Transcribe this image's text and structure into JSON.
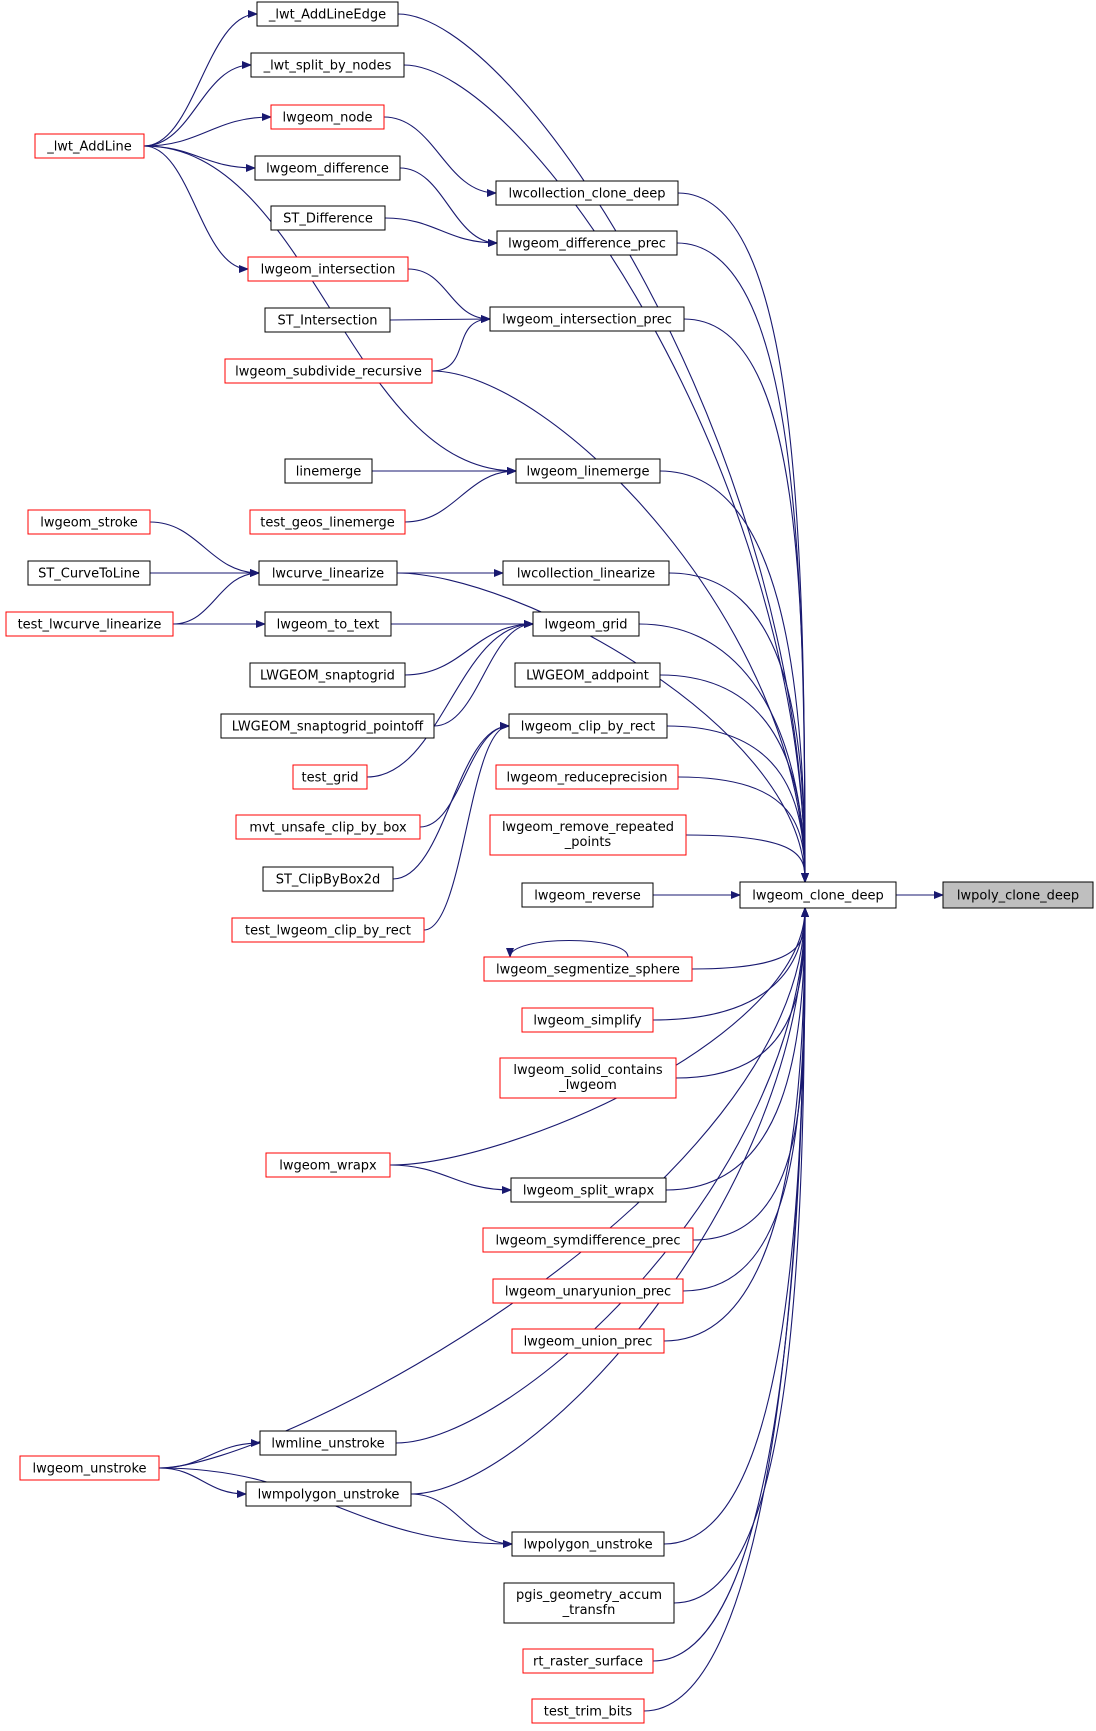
{
  "graph": {
    "edge_color": "#191970",
    "truncated_border_color": "#ff0000",
    "normal_border_color": "#000000",
    "root_fill_color": "#bfbfbf",
    "nodes": [
      {
        "id": "lwpoly_clone_deep",
        "lines": [
          "lwpoly_clone_deep"
        ],
        "root": true
      },
      {
        "id": "lwgeom_clone_deep",
        "lines": [
          "lwgeom_clone_deep"
        ]
      },
      {
        "id": "_lwt_AddLineEdge",
        "lines": [
          "_lwt_AddLineEdge"
        ]
      },
      {
        "id": "_lwt_split_by_nodes",
        "lines": [
          "_lwt_split_by_nodes"
        ]
      },
      {
        "id": "_lwt_AddLine",
        "lines": [
          "_lwt_AddLine"
        ],
        "truncated": true
      },
      {
        "id": "lwgeom_node",
        "lines": [
          "lwgeom_node"
        ],
        "truncated": true
      },
      {
        "id": "lwgeom_difference",
        "lines": [
          "lwgeom_difference"
        ]
      },
      {
        "id": "lwcollection_clone_deep",
        "lines": [
          "lwcollection_clone_deep"
        ]
      },
      {
        "id": "ST_Difference",
        "lines": [
          "ST_Difference"
        ]
      },
      {
        "id": "lwgeom_difference_prec",
        "lines": [
          "lwgeom_difference_prec"
        ]
      },
      {
        "id": "lwgeom_intersection",
        "lines": [
          "lwgeom_intersection"
        ],
        "truncated": true
      },
      {
        "id": "ST_Intersection",
        "lines": [
          "ST_Intersection"
        ]
      },
      {
        "id": "lwgeom_intersection_prec",
        "lines": [
          "lwgeom_intersection_prec"
        ]
      },
      {
        "id": "lwgeom_subdivide_recursive",
        "lines": [
          "lwgeom_subdivide_recursive"
        ],
        "truncated": true
      },
      {
        "id": "linemerge",
        "lines": [
          "linemerge"
        ]
      },
      {
        "id": "lwgeom_linemerge",
        "lines": [
          "lwgeom_linemerge"
        ]
      },
      {
        "id": "test_geos_linemerge",
        "lines": [
          "test_geos_linemerge"
        ],
        "truncated": true
      },
      {
        "id": "lwgeom_stroke",
        "lines": [
          "lwgeom_stroke"
        ],
        "truncated": true
      },
      {
        "id": "ST_CurveToLine",
        "lines": [
          "ST_CurveToLine"
        ]
      },
      {
        "id": "lwcurve_linearize",
        "lines": [
          "lwcurve_linearize"
        ]
      },
      {
        "id": "lwcollection_linearize",
        "lines": [
          "lwcollection_linearize"
        ]
      },
      {
        "id": "test_lwcurve_linearize",
        "lines": [
          "test_lwcurve_linearize"
        ],
        "truncated": true
      },
      {
        "id": "lwgeom_to_text",
        "lines": [
          "lwgeom_to_text"
        ]
      },
      {
        "id": "lwgeom_grid",
        "lines": [
          "lwgeom_grid"
        ]
      },
      {
        "id": "LWGEOM_snaptogrid",
        "lines": [
          "LWGEOM_snaptogrid"
        ]
      },
      {
        "id": "LWGEOM_addpoint",
        "lines": [
          "LWGEOM_addpoint"
        ]
      },
      {
        "id": "LWGEOM_snaptogrid_pointoff",
        "lines": [
          "LWGEOM_snaptogrid_pointoff"
        ]
      },
      {
        "id": "lwgeom_clip_by_rect",
        "lines": [
          "lwgeom_clip_by_rect"
        ]
      },
      {
        "id": "test_grid",
        "lines": [
          "test_grid"
        ],
        "truncated": true
      },
      {
        "id": "lwgeom_reduceprecision",
        "lines": [
          "lwgeom_reduceprecision"
        ],
        "truncated": true
      },
      {
        "id": "mvt_unsafe_clip_by_box",
        "lines": [
          "mvt_unsafe_clip_by_box"
        ],
        "truncated": true
      },
      {
        "id": "lwgeom_remove_repeated_points",
        "lines": [
          "lwgeom_remove_repeated",
          "_points"
        ],
        "truncated": true
      },
      {
        "id": "ST_ClipByBox2d",
        "lines": [
          "ST_ClipByBox2d"
        ]
      },
      {
        "id": "lwgeom_reverse",
        "lines": [
          "lwgeom_reverse"
        ]
      },
      {
        "id": "test_lwgeom_clip_by_rect",
        "lines": [
          "test_lwgeom_clip_by_rect"
        ],
        "truncated": true
      },
      {
        "id": "lwgeom_segmentize_sphere",
        "lines": [
          "lwgeom_segmentize_sphere"
        ],
        "truncated": true
      },
      {
        "id": "lwgeom_simplify",
        "lines": [
          "lwgeom_simplify"
        ],
        "truncated": true
      },
      {
        "id": "lwgeom_solid_contains_lwgeom",
        "lines": [
          "lwgeom_solid_contains",
          "_lwgeom"
        ],
        "truncated": true
      },
      {
        "id": "lwgeom_wrapx",
        "lines": [
          "lwgeom_wrapx"
        ],
        "truncated": true
      },
      {
        "id": "lwgeom_split_wrapx",
        "lines": [
          "lwgeom_split_wrapx"
        ]
      },
      {
        "id": "lwgeom_symdifference_prec",
        "lines": [
          "lwgeom_symdifference_prec"
        ],
        "truncated": true
      },
      {
        "id": "lwgeom_unaryunion_prec",
        "lines": [
          "lwgeom_unaryunion_prec"
        ],
        "truncated": true
      },
      {
        "id": "lwgeom_union_prec",
        "lines": [
          "lwgeom_union_prec"
        ],
        "truncated": true
      },
      {
        "id": "lwmline_unstroke",
        "lines": [
          "lwmline_unstroke"
        ]
      },
      {
        "id": "lwgeom_unstroke",
        "lines": [
          "lwgeom_unstroke"
        ],
        "truncated": true
      },
      {
        "id": "lwmpolygon_unstroke",
        "lines": [
          "lwmpolygon_unstroke"
        ]
      },
      {
        "id": "lwpolygon_unstroke",
        "lines": [
          "lwpolygon_unstroke"
        ]
      },
      {
        "id": "pgis_geometry_accum_transfn",
        "lines": [
          "pgis_geometry_accum",
          "_transfn"
        ]
      },
      {
        "id": "rt_raster_surface",
        "lines": [
          "rt_raster_surface"
        ],
        "truncated": true
      },
      {
        "id": "test_trim_bits",
        "lines": [
          "test_trim_bits"
        ],
        "truncated": true
      }
    ],
    "edges": [
      [
        "lwgeom_clone_deep",
        "lwpoly_clone_deep"
      ],
      [
        "_lwt_AddLineEdge",
        "lwgeom_clone_deep"
      ],
      [
        "_lwt_split_by_nodes",
        "lwgeom_clone_deep"
      ],
      [
        "lwcollection_clone_deep",
        "lwgeom_clone_deep"
      ],
      [
        "lwgeom_difference_prec",
        "lwgeom_clone_deep"
      ],
      [
        "lwgeom_intersection_prec",
        "lwgeom_clone_deep"
      ],
      [
        "lwgeom_subdivide_recursive",
        "lwgeom_clone_deep"
      ],
      [
        "lwgeom_linemerge",
        "lwgeom_clone_deep"
      ],
      [
        "lwcurve_linearize",
        "lwgeom_clone_deep"
      ],
      [
        "lwcollection_linearize",
        "lwgeom_clone_deep"
      ],
      [
        "lwgeom_grid",
        "lwgeom_clone_deep"
      ],
      [
        "LWGEOM_addpoint",
        "lwgeom_clone_deep"
      ],
      [
        "lwgeom_clip_by_rect",
        "lwgeom_clone_deep"
      ],
      [
        "lwgeom_reduceprecision",
        "lwgeom_clone_deep"
      ],
      [
        "lwgeom_remove_repeated_points",
        "lwgeom_clone_deep"
      ],
      [
        "lwgeom_reverse",
        "lwgeom_clone_deep"
      ],
      [
        "lwgeom_segmentize_sphere",
        "lwgeom_clone_deep"
      ],
      [
        "lwgeom_simplify",
        "lwgeom_clone_deep"
      ],
      [
        "lwgeom_solid_contains_lwgeom",
        "lwgeom_clone_deep"
      ],
      [
        "lwgeom_wrapx",
        "lwgeom_clone_deep"
      ],
      [
        "lwgeom_split_wrapx",
        "lwgeom_clone_deep"
      ],
      [
        "lwgeom_symdifference_prec",
        "lwgeom_clone_deep"
      ],
      [
        "lwgeom_unaryunion_prec",
        "lwgeom_clone_deep"
      ],
      [
        "lwgeom_union_prec",
        "lwgeom_clone_deep"
      ],
      [
        "lwgeom_unstroke",
        "lwgeom_clone_deep"
      ],
      [
        "lwmline_unstroke",
        "lwgeom_clone_deep"
      ],
      [
        "lwmpolygon_unstroke",
        "lwgeom_clone_deep"
      ],
      [
        "lwpolygon_unstroke",
        "lwgeom_clone_deep"
      ],
      [
        "pgis_geometry_accum_transfn",
        "lwgeom_clone_deep"
      ],
      [
        "rt_raster_surface",
        "lwgeom_clone_deep"
      ],
      [
        "test_trim_bits",
        "lwgeom_clone_deep"
      ],
      [
        "_lwt_AddLine",
        "_lwt_AddLineEdge"
      ],
      [
        "_lwt_AddLine",
        "_lwt_split_by_nodes"
      ],
      [
        "_lwt_AddLine",
        "lwgeom_node"
      ],
      [
        "_lwt_AddLine",
        "lwgeom_difference"
      ],
      [
        "_lwt_AddLine",
        "lwgeom_intersection"
      ],
      [
        "_lwt_AddLine",
        "lwgeom_linemerge"
      ],
      [
        "lwgeom_node",
        "lwcollection_clone_deep"
      ],
      [
        "lwgeom_difference",
        "lwgeom_difference_prec"
      ],
      [
        "ST_Difference",
        "lwgeom_difference_prec"
      ],
      [
        "lwgeom_intersection",
        "lwgeom_intersection_prec"
      ],
      [
        "ST_Intersection",
        "lwgeom_intersection_prec"
      ],
      [
        "lwgeom_subdivide_recursive",
        "lwgeom_intersection_prec"
      ],
      [
        "linemerge",
        "lwgeom_linemerge"
      ],
      [
        "test_geos_linemerge",
        "lwgeom_linemerge"
      ],
      [
        "lwgeom_stroke",
        "lwcurve_linearize"
      ],
      [
        "ST_CurveToLine",
        "lwcurve_linearize"
      ],
      [
        "test_lwcurve_linearize",
        "lwcurve_linearize"
      ],
      [
        "lwcurve_linearize",
        "lwcollection_linearize"
      ],
      [
        "test_lwcurve_linearize",
        "lwgeom_to_text"
      ],
      [
        "lwgeom_to_text",
        "lwgeom_grid"
      ],
      [
        "LWGEOM_snaptogrid",
        "lwgeom_grid"
      ],
      [
        "LWGEOM_snaptogrid_pointoff",
        "lwgeom_grid"
      ],
      [
        "test_grid",
        "lwgeom_grid"
      ],
      [
        "mvt_unsafe_clip_by_box",
        "lwgeom_clip_by_rect"
      ],
      [
        "ST_ClipByBox2d",
        "lwgeom_clip_by_rect"
      ],
      [
        "test_lwgeom_clip_by_rect",
        "lwgeom_clip_by_rect"
      ],
      [
        "lwgeom_segmentize_sphere",
        "lwgeom_segmentize_sphere"
      ],
      [
        "lwgeom_wrapx",
        "lwgeom_split_wrapx"
      ],
      [
        "lwgeom_unstroke",
        "lwmline_unstroke"
      ],
      [
        "lwgeom_unstroke",
        "lwmpolygon_unstroke"
      ],
      [
        "lwgeom_unstroke",
        "lwpolygon_unstroke"
      ],
      [
        "lwmpolygon_unstroke",
        "lwpolygon_unstroke"
      ]
    ]
  }
}
